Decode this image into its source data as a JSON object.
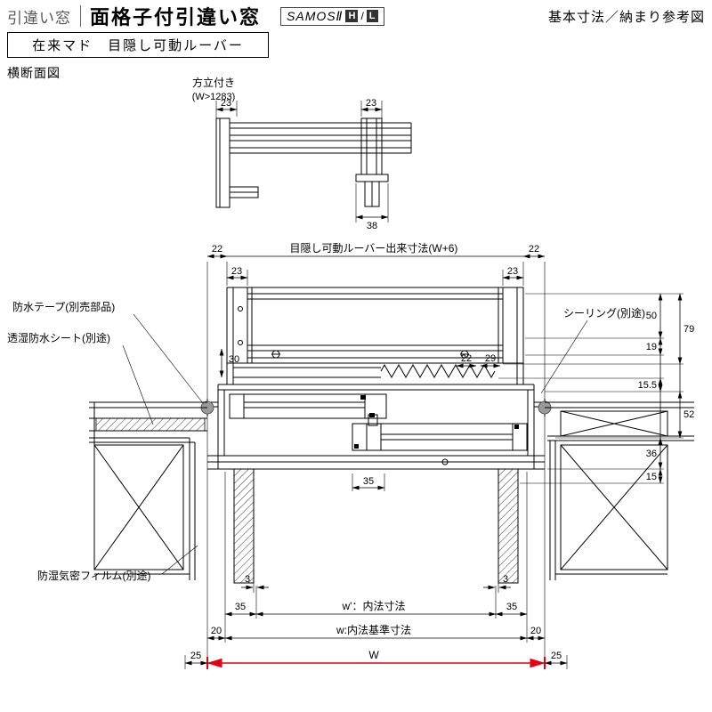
{
  "header": {
    "category": "引違い窓",
    "title": "面格子付引違い窓",
    "series": "SAMOSⅡ",
    "badge_h": "H",
    "badge_sep": "/",
    "badge_l": "L",
    "right_note": "基本寸法／納まり参考図",
    "subtitle": "在来マド　目隠し可動ルーバー"
  },
  "section_label": "横断面図",
  "detail_view": {
    "title": "方立付き",
    "condition": "(W>1283)",
    "dim_left_23": "23",
    "dim_right_23": "23",
    "dim_38": "38"
  },
  "main_view": {
    "top_dim_label": "目隠し可動ルーバー出来寸法(W+6)",
    "dim_22_left": "22",
    "dim_22_right": "22",
    "dim_23_left": "23",
    "dim_23_right": "23",
    "dim_30": "30",
    "dim_22_inner": "22",
    "dim_29": "29",
    "dim_35_center": "35",
    "callouts": {
      "waterproof_tape": "防水テープ(別売部品)",
      "breathable_sheet": "透湿防水シート(別途)",
      "sealing": "シーリング(別途)",
      "moisture_film": "防湿気密フィルム(別途)"
    },
    "right_dims": {
      "d50": "50",
      "d79": "79",
      "d19": "19",
      "d15_5": "15.5",
      "d52": "52",
      "d36": "36",
      "d15": "15"
    },
    "bottom_dims": {
      "d3_left": "3",
      "d3_right": "3",
      "d35_left": "35",
      "d35_right": "35",
      "w_inner_label": "w'：内法寸法",
      "d20_left": "20",
      "d20_right": "20",
      "w_std_label": "w:内法基準寸法",
      "d25_left": "25",
      "d25_right": "25",
      "W_label": "W"
    }
  },
  "colors": {
    "accent_red": "#e60012"
  }
}
